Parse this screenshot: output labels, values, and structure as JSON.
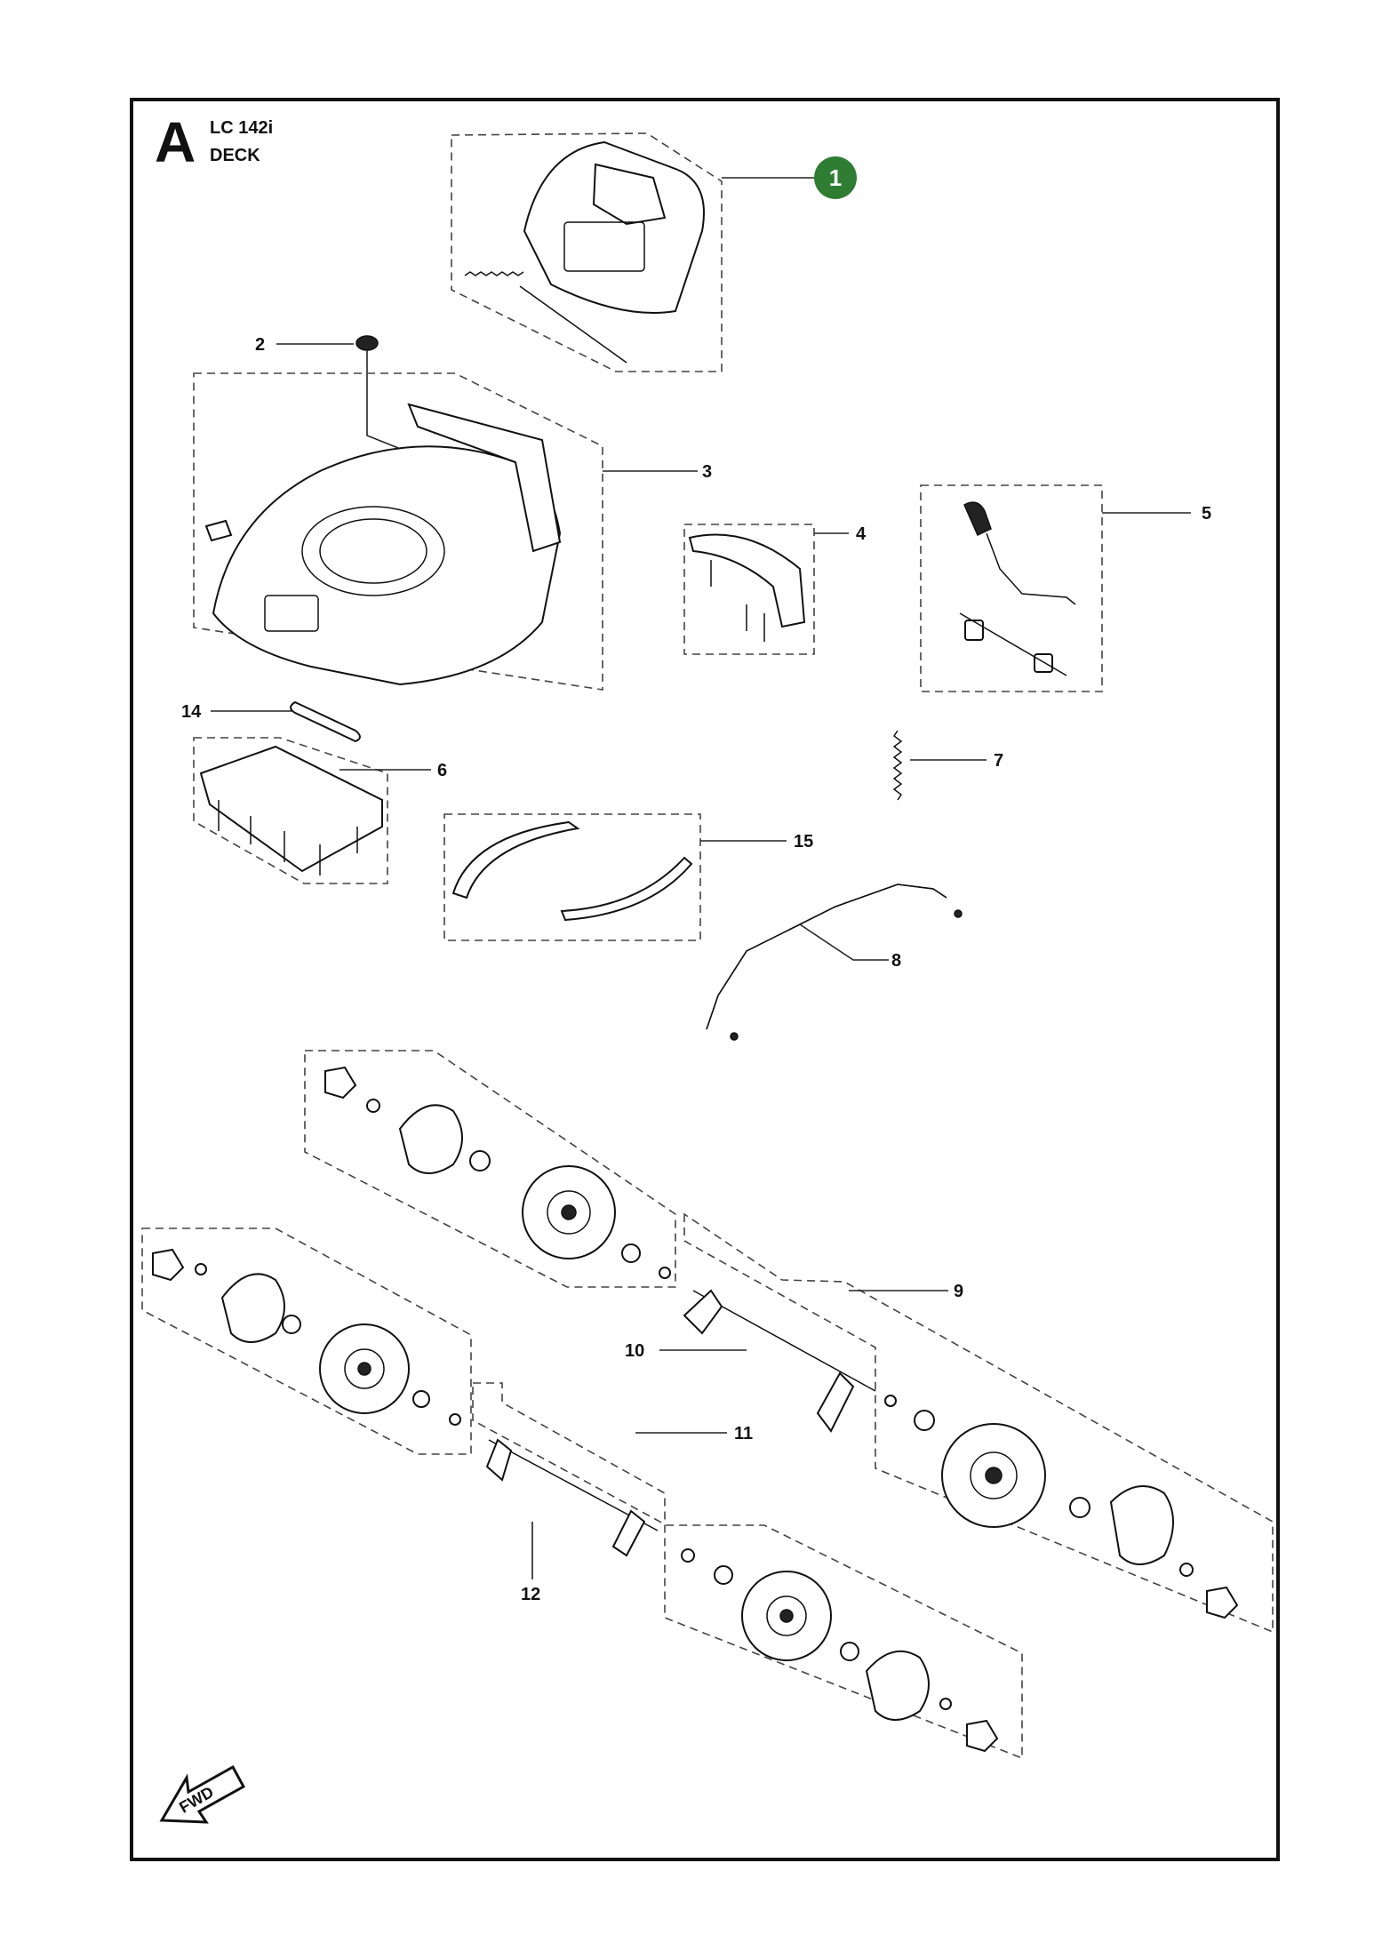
{
  "header": {
    "section_letter": "A",
    "model": "LC 142i",
    "group": "DECK"
  },
  "highlight": {
    "number": "1",
    "color": "#2e7d32"
  },
  "callouts": [
    {
      "id": "2",
      "label": "2"
    },
    {
      "id": "3",
      "label": "3"
    },
    {
      "id": "4",
      "label": "4"
    },
    {
      "id": "5",
      "label": "5"
    },
    {
      "id": "6",
      "label": "6"
    },
    {
      "id": "7",
      "label": "7"
    },
    {
      "id": "8",
      "label": "8"
    },
    {
      "id": "9",
      "label": "9"
    },
    {
      "id": "10",
      "label": "10"
    },
    {
      "id": "11",
      "label": "11"
    },
    {
      "id": "12",
      "label": "12"
    },
    {
      "id": "14",
      "label": "14"
    },
    {
      "id": "15",
      "label": "15"
    }
  ],
  "direction_badge": {
    "text": "FWD",
    "icon": "arrow-fwd-icon"
  }
}
